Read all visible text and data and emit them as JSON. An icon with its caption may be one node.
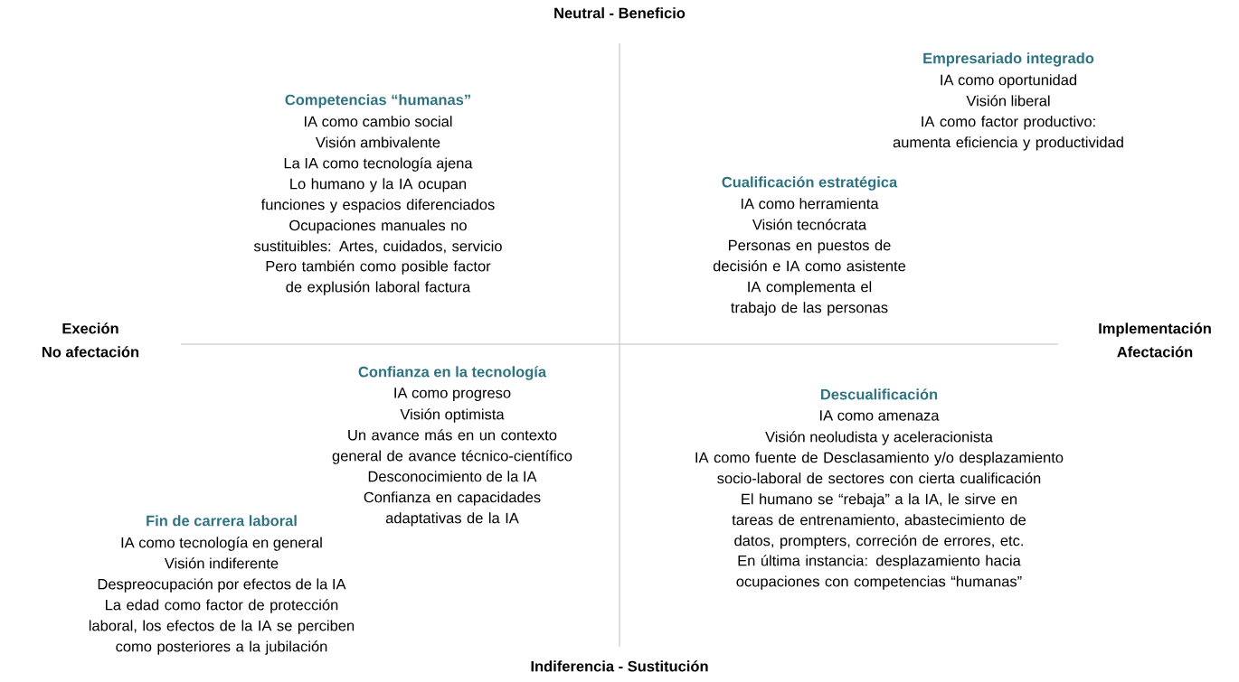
{
  "diagram": {
    "labels": [
      "Neutral - Beneficio",
      "Competencias “humanas”",
      "IA como cambio social",
      "Visión ambivalente",
      "La IA como tecnología ajena",
      "Lo humano y la IA ocupan funciones y espacios diferenciados",
      "Ocupaciones manuales no sustituibles: Artes, cuidados, servicio",
      "Pero también como posible factor de explusión laboral factura",
      "Empresariado integrado",
      "IA como oportunidad",
      "Visión liberal",
      "IA como factor productivo: aumenta eficiencia y productividad",
      "Cualificación estratégica",
      "IA como herramienta",
      "Visión tecnócrata",
      "Personas en puestos de decisión e IA como asistente",
      "IA complementa el trabajo de las personas",
      "Execión",
      "No afectación",
      "Implementación",
      "Afectación",
      "Confianza en la tecnología",
      "IA como progreso",
      "Visión optimista",
      "Un avance más en un contexto general de avance técnico-científico",
      "Desconocimiento de la IA",
      "Confianza en capacidades adaptativas de la IA",
      "Fin de carrera laboral",
      "IA como tecnología en general",
      "Visión indiferente",
      "Despreocupación por efectos de la IA",
      "La edad como factor de protección laboral, los efectos de la IA se perciben como posteriores a la jubilación",
      "Descualificación",
      "IA como amenaza",
      "Visión neoludista y aceleracionista",
      "IA como fuente de Desclasamiento y/o desplazamiento socio-laboral de sectores con cierta cualificación",
      "El humano se “rebaja” a la IA, le sirve en tareas de entrenamiento, abastecimiento de datos, prompters, correción de errores, etc.",
      "En última instancia: desplazamiento hacia ocupaciones con competencias “humanas”",
      "Indiferencia - Sustitución"
    ]
  }
}
